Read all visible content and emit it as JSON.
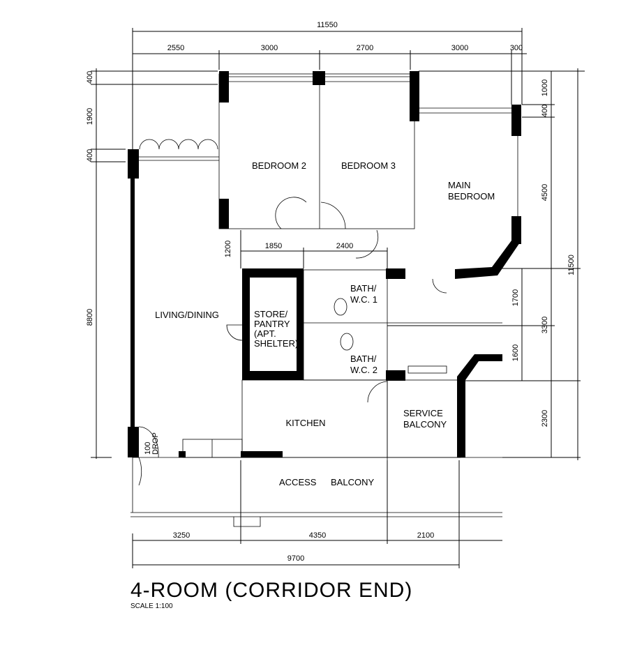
{
  "title": "4-ROOM (CORRIDOR END)",
  "scale": "SCALE  1:100",
  "rooms": {
    "bedroom2": "BEDROOM  2",
    "bedroom3": "BEDROOM  3",
    "main_bedroom": [
      "MAIN",
      "BEDROOM"
    ],
    "living_dining": "LIVING/DINING",
    "store": [
      "STORE/",
      "PANTRY",
      "(APT.",
      "SHELTER)"
    ],
    "bath1": [
      "BATH/",
      "W.C.  1"
    ],
    "bath2": [
      "BATH/",
      "W.C.  2"
    ],
    "kitchen": "KITCHEN",
    "service_balcony": [
      "SERVICE",
      "BALCONY"
    ],
    "access_balcony": [
      "ACCESS",
      "BALCONY"
    ],
    "drop": [
      "100",
      "DROP"
    ]
  },
  "dimensions": {
    "top_total": "11550",
    "top": [
      "2550",
      "3000",
      "2700",
      "3000",
      "300"
    ],
    "left": [
      "400",
      "1900",
      "400",
      "8800"
    ],
    "right_inner": [
      "1000",
      "400",
      "4500",
      "1700",
      "3300",
      "1600",
      "2300"
    ],
    "right_total": "11500",
    "corridor": [
      "1200",
      "1850",
      "2400"
    ],
    "bottom": [
      "3250",
      "4350",
      "2100"
    ],
    "bottom_total": "9700"
  }
}
